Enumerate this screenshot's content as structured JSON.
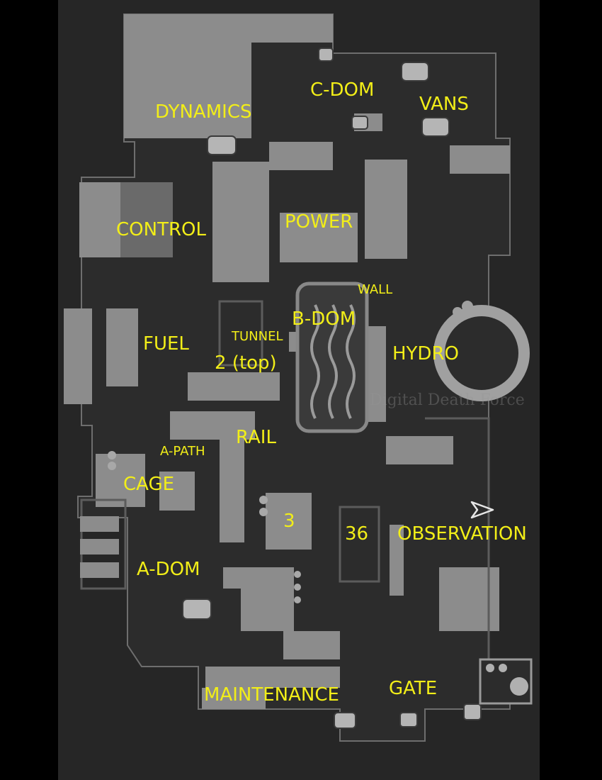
{
  "map": {
    "watermark": "Digital Death Force",
    "labels": {
      "c_dom": "C-DOM",
      "vans": "VANS",
      "dynamics": "DYNAMICS",
      "power": "POWER",
      "control": "CONTROL",
      "wall": "WALL",
      "b_dom": "B-DOM",
      "tunnel": "TUNNEL",
      "fuel": "FUEL",
      "tunnel_2_top": "2 (top)",
      "hydro": "HYDRO",
      "rail": "RAIL",
      "a_path": "A-PATH",
      "cage": "CAGE",
      "three": "3",
      "thirty_six": "36",
      "observation": "OBSERVATION",
      "a_dom": "A-DOM",
      "maintenance": "MAINTENANCE",
      "gate": "GATE"
    },
    "colors": {
      "background": "#000000",
      "floor": "#2a2a2a",
      "building": "#8c8c8c",
      "wall_outline": "#7a7a7a",
      "label": "#f2ee18"
    },
    "icons": [
      "vehicle-icon",
      "player-marker-icon",
      "round-tank-icon"
    ]
  }
}
